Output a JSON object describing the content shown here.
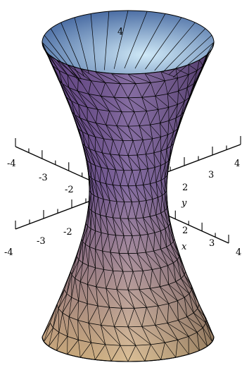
{
  "chart_data": {
    "type": "surface3d",
    "surface": "hyperboloid",
    "axes": {
      "x": {
        "name": "x",
        "ticks": [
          -4,
          -3,
          -2,
          2,
          3,
          4
        ],
        "tick_labels": [
          "-4",
          "-3",
          "-2",
          "2",
          "3",
          "4"
        ]
      },
      "y": {
        "name": "y",
        "ticks": [
          -4,
          -3,
          -2,
          2,
          3,
          4
        ],
        "tick_labels": [
          "-4",
          "-3",
          "-2",
          "2",
          "3",
          "4"
        ]
      },
      "z": {
        "name": "",
        "ticks": [
          4
        ],
        "tick_labels": [
          "4"
        ]
      }
    },
    "grid": false,
    "colors": {
      "top": "#3c5f9a",
      "middle": "#6a4c8c",
      "bottom": "#d2b07d",
      "highlight": "#cfe9f7",
      "mesh": "#000000"
    }
  }
}
